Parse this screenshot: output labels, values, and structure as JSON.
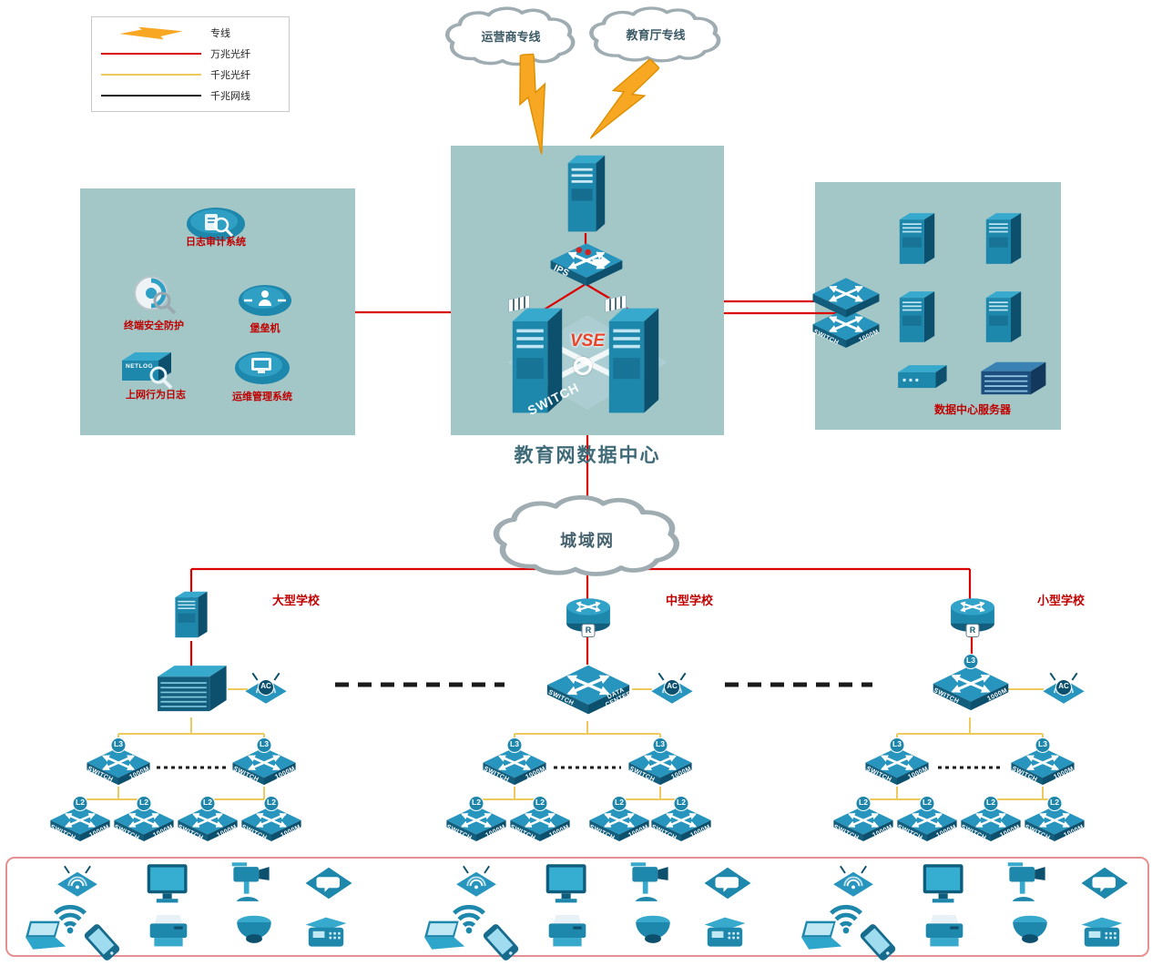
{
  "legend": {
    "items": [
      {
        "type": "bolt",
        "label": "专线"
      },
      {
        "type": "line-red",
        "label": "万兆光纤"
      },
      {
        "type": "line-yellow",
        "label": "千兆光纤"
      },
      {
        "type": "line-black",
        "label": "千兆网线"
      }
    ]
  },
  "colors": {
    "panel_bg": "#a3c6c6",
    "red_line": "#db0000",
    "yellow_line": "#eec95f",
    "black_line": "#1a1a1a",
    "device_teal": "#1d87ac",
    "bolt_orange": "#f7a722",
    "label_red": "#c00000"
  },
  "clouds": {
    "carrier": "运营商专线",
    "education": "教育厅专线",
    "man": "城域网"
  },
  "data_center": {
    "title": "教育网数据中心",
    "vsf_label": "VSE",
    "ips_label": "IPS",
    "switch_watermark": "SWITCH"
  },
  "security_panel": {
    "log_audit": "日志审计系统",
    "terminal_security": "终端安全防护",
    "bastion": "堡垒机",
    "net_behavior": "上网行为日志",
    "netlog_badge": "NETLOG",
    "ops_mgmt": "运维管理系统"
  },
  "server_panel": {
    "caption": "数据中心服务器"
  },
  "device_labels": {
    "switch": "SWITCH",
    "speed": "1000M",
    "l3": "L3",
    "l2": "L2",
    "ac": "AC",
    "router_badge": "R",
    "data_center_switch": "DATA CENTER"
  },
  "schools": [
    {
      "name": "大型学校",
      "size": "large"
    },
    {
      "name": "中型学校",
      "size": "medium"
    },
    {
      "name": "小型学校",
      "size": "small"
    }
  ]
}
